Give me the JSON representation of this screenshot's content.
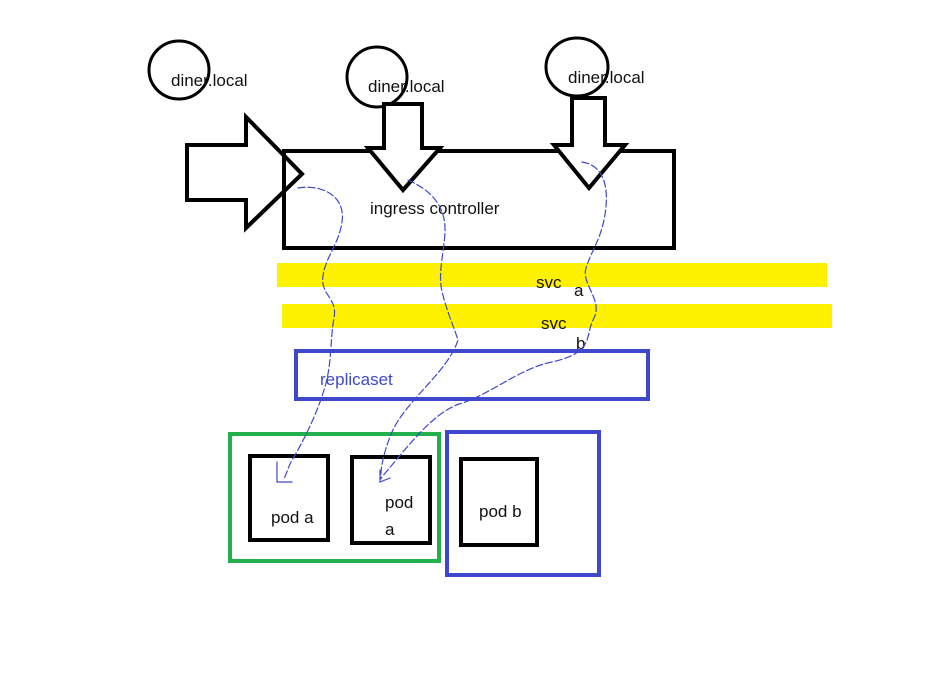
{
  "hosts": [
    {
      "label": "diner.local"
    },
    {
      "label": "diner.local"
    },
    {
      "label": "diner.local"
    }
  ],
  "ingress": {
    "label": "ingress controller"
  },
  "services": [
    {
      "label": "svc",
      "suffix": "a"
    },
    {
      "label": "svc",
      "suffix": "b"
    }
  ],
  "replicaset": {
    "label": "replicaset"
  },
  "pods": [
    {
      "label": "pod a"
    },
    {
      "label_line1": "pod",
      "label_line2": "a"
    },
    {
      "label": "pod b"
    }
  ],
  "colors": {
    "outline": "#000000",
    "service_bar": "#fff200",
    "replicaset": "#3f48cc",
    "group_a": "#22b14c",
    "group_b": "#3f48cc",
    "traffic_line": "#3f48cc"
  }
}
